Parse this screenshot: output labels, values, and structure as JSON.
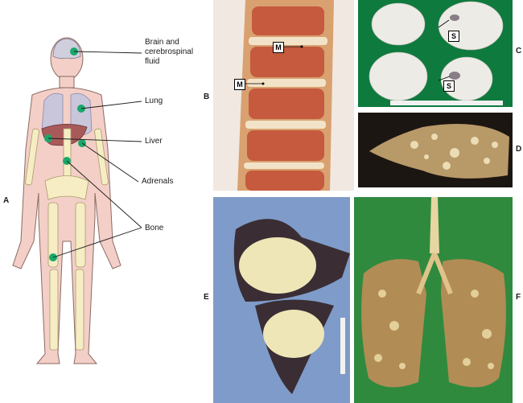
{
  "panels": {
    "a": {
      "letter": "A"
    },
    "b": {
      "letter": "B",
      "marker": "M"
    },
    "c": {
      "letter": "C",
      "marker": "S"
    },
    "d": {
      "letter": "D"
    },
    "e": {
      "letter": "E"
    },
    "f": {
      "letter": "F"
    }
  },
  "callouts": {
    "brain": "Brain and cerebrospinal fluid",
    "lung": "Lung",
    "liver": "Liver",
    "adrenals": "Adrenals",
    "bone": "Bone"
  },
  "colors": {
    "site_marker": "#1aa86a",
    "body_fill": "#f3cfc7",
    "organ_lung": "#c9c6dc",
    "organ_liver": "#a85a5a",
    "bone_fill": "#f6edc4",
    "panel_c_bg": "#0f7a3e",
    "panel_d_bg": "#1c1612",
    "panel_e_bg": "#7f9bc9",
    "panel_f_bg": "#2f8a3e"
  }
}
